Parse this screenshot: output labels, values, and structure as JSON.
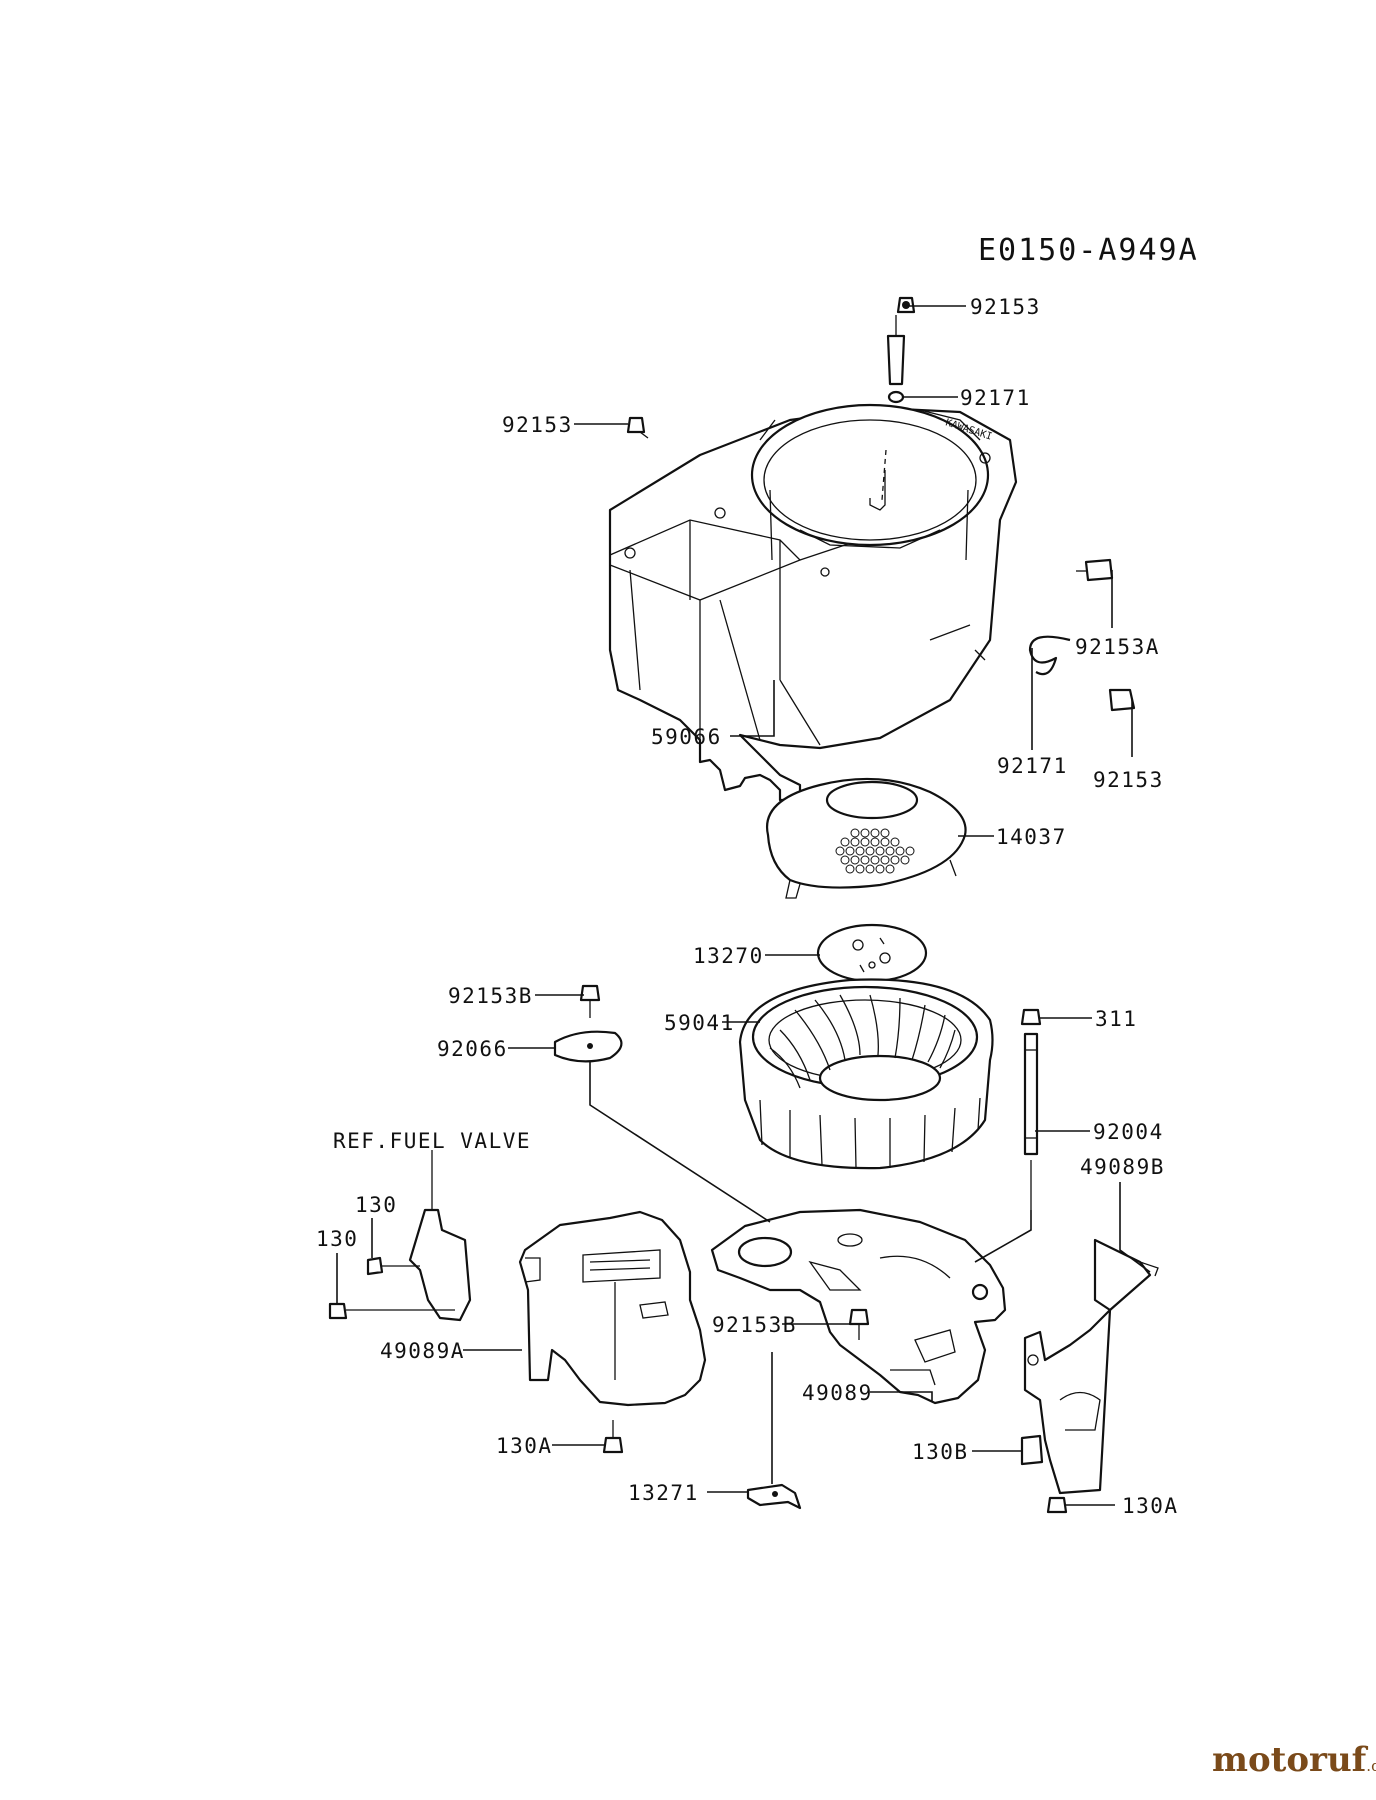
{
  "diagram_code": "E0150-A949A",
  "brand": {
    "name": "motoruf",
    "tld": ".de"
  },
  "labels": {
    "l01": "92153",
    "l02": "92171",
    "l03": "92153",
    "l04": "92153A",
    "l05": "92171",
    "l06": "92153",
    "l07": "59066",
    "l08": "14037",
    "l09": "13270",
    "l10": "92153B",
    "l11": "59041",
    "l12": "311",
    "l13": "92066",
    "l14": "92004",
    "l15": "REF.FUEL VALVE",
    "l16": "130",
    "l17": "130",
    "l18": "49089B",
    "l19": "49089A",
    "l20": "92153B",
    "l21": "49089",
    "l22": "130A",
    "l23": "130B",
    "l24": "13271",
    "l25": "130A"
  }
}
